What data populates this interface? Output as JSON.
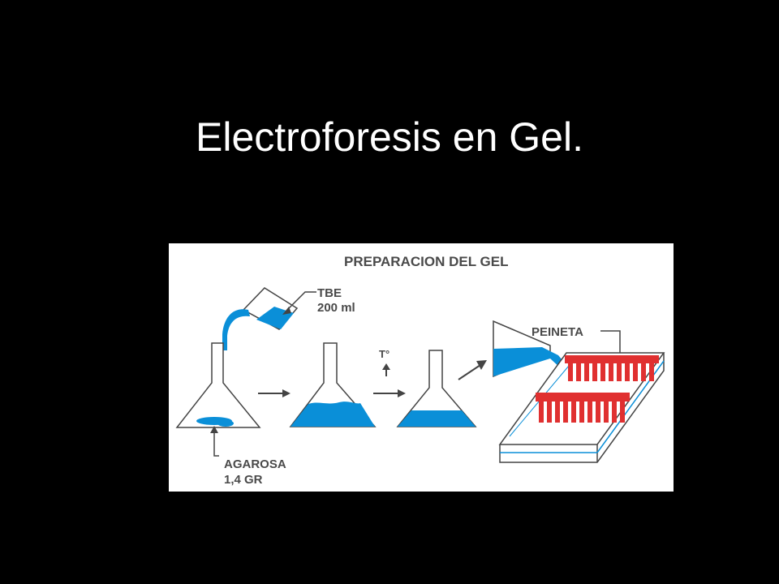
{
  "slide": {
    "title": "Electroforesis en Gel."
  },
  "diagram": {
    "title": "PREPARACION DEL GEL",
    "labels": {
      "tbe": "TBE",
      "tbe_volume": "200 ml",
      "temperature": "T°",
      "peineta": "PEINETA",
      "agarosa": "AGAROSA",
      "agarosa_amount": "1,4 GR"
    },
    "colors": {
      "liquid": "#0a8fd8",
      "comb": "#e03030",
      "outline": "#444444"
    }
  }
}
